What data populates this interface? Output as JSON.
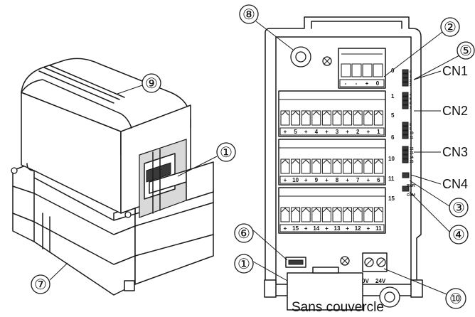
{
  "caption": "Sans couvercle",
  "callouts": {
    "c1a": "①",
    "c1b": "①",
    "c2": "②",
    "c3": "③",
    "c4": "④",
    "c5": "⑤",
    "c6": "⑥",
    "c7": "⑦",
    "c8": "⑧",
    "c9": "⑨",
    "c10": "⑩"
  },
  "connectors": {
    "cn1": "CN1",
    "cn2": "CN2",
    "cn3": "CN3",
    "cn4": "CN4"
  },
  "side_numbers": {
    "n0": "0",
    "n1": "1",
    "n5": "5",
    "n6": "6",
    "n10": "10",
    "n11": "11",
    "n15": "15"
  },
  "row0_labels": [
    "-",
    "-",
    "+",
    "0"
  ],
  "row1_labels": [
    "+",
    "5",
    "+",
    "4",
    "+",
    "3",
    "+",
    "2",
    "+",
    "1"
  ],
  "row2_labels": [
    "+",
    "10",
    "+",
    "9",
    "+",
    "8",
    "+",
    "7",
    "+",
    "6"
  ],
  "row3_labels": [
    "+",
    "15",
    "+",
    "14",
    "+",
    "13",
    "+",
    "12",
    "+",
    "11"
  ],
  "led_labels": {
    "g0": [
      "0",
      "1",
      "2",
      "3"
    ],
    "g1": [
      "4",
      "5",
      "6",
      "7"
    ],
    "g2": [
      "8",
      "9",
      "10",
      "11"
    ],
    "g3": [
      "12",
      "13",
      "14",
      "15"
    ],
    "pwr": "PWR",
    "com": "COM"
  },
  "power_labels": {
    "zero_v": "0V",
    "v24": "24V"
  }
}
